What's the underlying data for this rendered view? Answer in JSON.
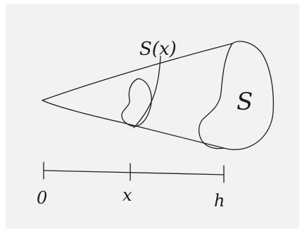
{
  "diagram": {
    "cross_section_label": "S(x)",
    "base_label": "S",
    "axis": {
      "tick_labels": [
        "0",
        "x",
        "h"
      ]
    },
    "colors": {
      "paper": "#f2f2f2",
      "ink": "#1c1c1c"
    }
  }
}
